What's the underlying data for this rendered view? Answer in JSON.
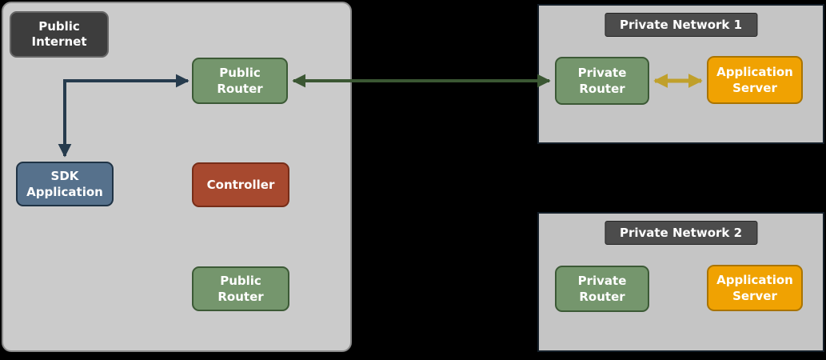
{
  "public_internet": {
    "label": "Public\nInternet",
    "nodes": {
      "public_router_top": "Public\nRouter",
      "sdk_application": "SDK\nApplication",
      "controller": "Controller",
      "public_router_bottom": "Public\nRouter"
    }
  },
  "private_network_1": {
    "label": "Private Network 1",
    "nodes": {
      "private_router": "Private\nRouter",
      "application_server": "Application\nServer"
    }
  },
  "private_network_2": {
    "label": "Private Network 2",
    "nodes": {
      "private_router": "Private\nRouter",
      "application_server": "Application\nServer"
    }
  },
  "connections": [
    {
      "from": "sdk-application",
      "to": "public-router-top",
      "bidirectional": true,
      "color_key": "arrow_navy"
    },
    {
      "from": "public-router-top",
      "to": "private-network-1-private-router",
      "bidirectional": true,
      "color_key": "arrow_green"
    },
    {
      "from": "private-network-1-private-router",
      "to": "private-network-1-application-server",
      "bidirectional": true,
      "color_key": "arrow_yellow"
    }
  ],
  "colors": {
    "background": "#000000",
    "public_internet_fill": "#cbcbcb",
    "private_network_fill": "#c5c5c5",
    "node_green": "#75966d",
    "node_green_border": "#3c5a36",
    "node_blue": "#56718c",
    "node_blue_border": "#1f3345",
    "node_red": "#a7492f",
    "node_red_border": "#772d18",
    "node_orange": "#f0a202",
    "node_orange_border": "#aa7400",
    "label_dark": "#3d3d3d",
    "net_title_dark": "#4c4c4c",
    "arrow_navy": "#263b4d",
    "arrow_green": "#3b5733",
    "arrow_yellow": "#c0a02b"
  }
}
